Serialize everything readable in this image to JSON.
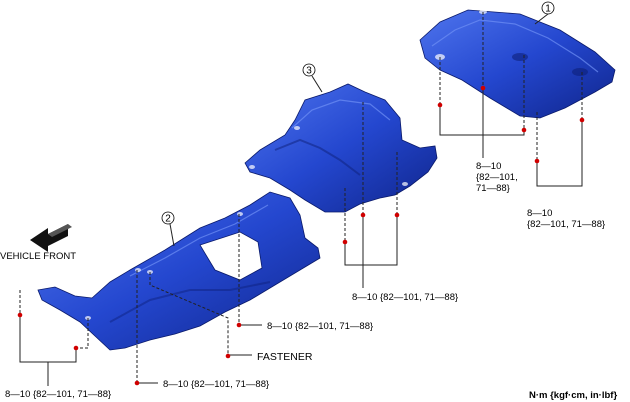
{
  "parts": [
    {
      "number": "1"
    },
    {
      "number": "2"
    },
    {
      "number": "3"
    }
  ],
  "direction_label": "VEHICLE FRONT",
  "callouts": {
    "part1_left_line1": "8—10",
    "part1_left_line2": "{82—101,",
    "part1_left_line3": "71—88}",
    "part1_right_line1": "8—10",
    "part1_right_line2": "{82—101, 71—88}",
    "part3_torque": "8—10 {82—101, 71—88}",
    "part2_upper_torque": "8—10 {82—101, 71—88}",
    "fastener": "FASTENER",
    "part2_lower_torque": "8—10 {82—101, 71—88}",
    "part2_left_torque": "8—10 {82—101, 71—88}"
  },
  "units_legend": "N·m {kgf·cm, in·lbf}",
  "colors": {
    "part_fill": "#1f3fc4",
    "part_highlight": "#4a6ee8",
    "part_shadow": "#0d1f7a",
    "bolt_marker": "#d00000"
  }
}
